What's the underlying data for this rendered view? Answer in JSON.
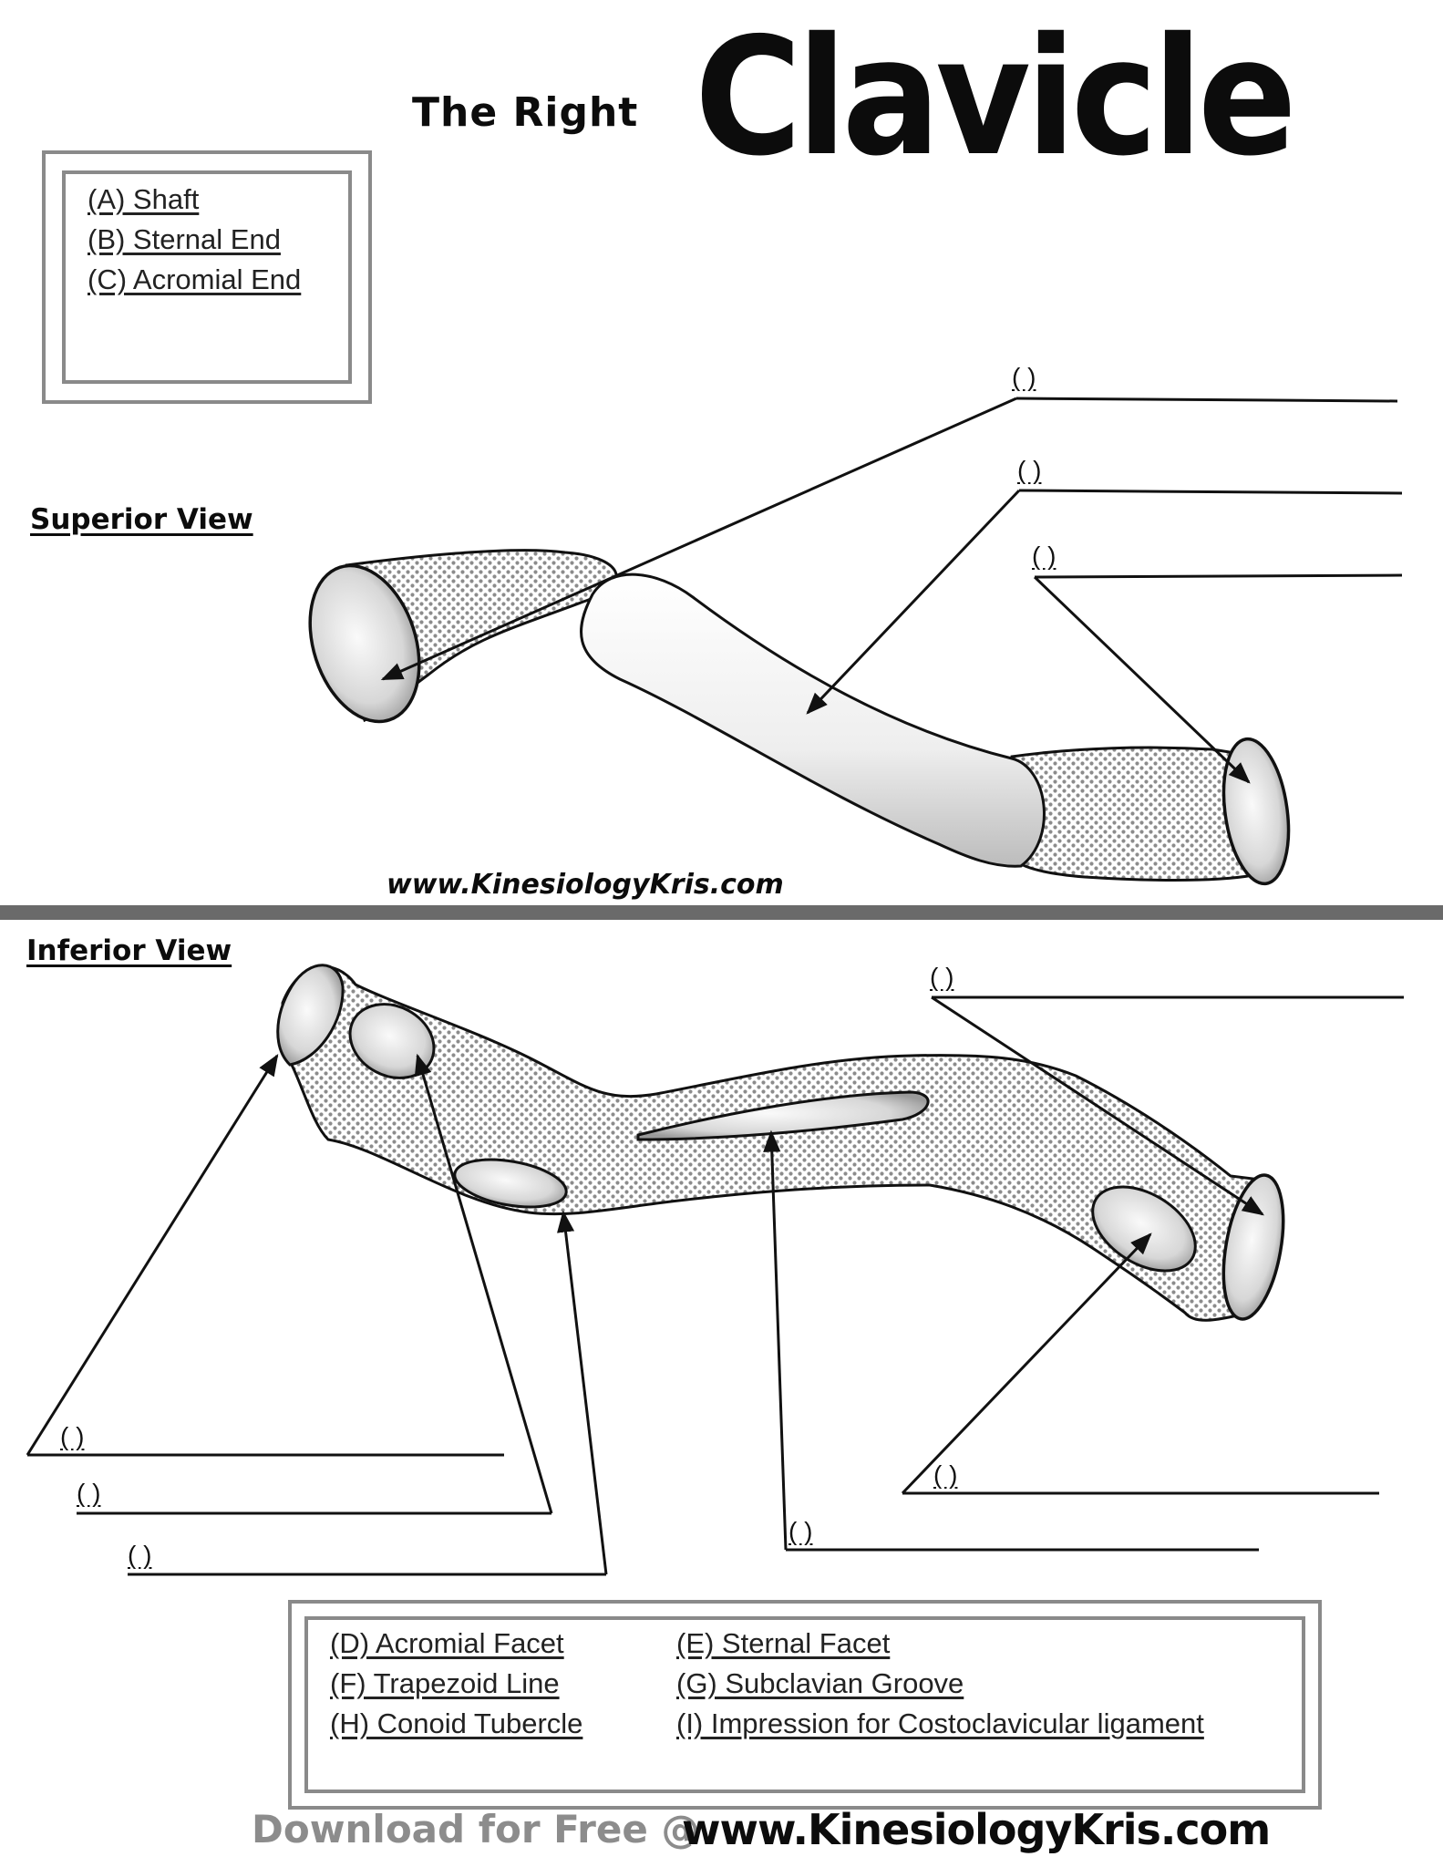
{
  "header": {
    "prefix": "The Right",
    "title": "Clavicle"
  },
  "key_top": {
    "items": [
      "(A) Shaft",
      "(B) Sternal End",
      "(C) Acromial End"
    ]
  },
  "superior": {
    "label": "Superior View",
    "blanks": [
      "( )",
      "( )",
      "( )"
    ]
  },
  "watermark_mid": "www.KinesiologyKris.com",
  "inferior": {
    "label": "Inferior View",
    "blanks": [
      "( )",
      "( )",
      "( )",
      "( )",
      "( )",
      "( )"
    ]
  },
  "key_bottom": {
    "left": [
      "(D) Acromial Facet",
      "(F) Trapezoid Line",
      "(H) Conoid Tubercle"
    ],
    "right": [
      "(E) Sternal Facet",
      "(G) Subclavian Groove",
      "(I) Impression for Costoclavicular ligament"
    ]
  },
  "footer": {
    "download": "Download for Free @",
    "url": "www.KinesiologyKris.com"
  },
  "colors": {
    "ink": "#111111",
    "frame": "#8a8a8a",
    "stipple": "#8c8c8c",
    "bone": "#f2f2f2"
  }
}
